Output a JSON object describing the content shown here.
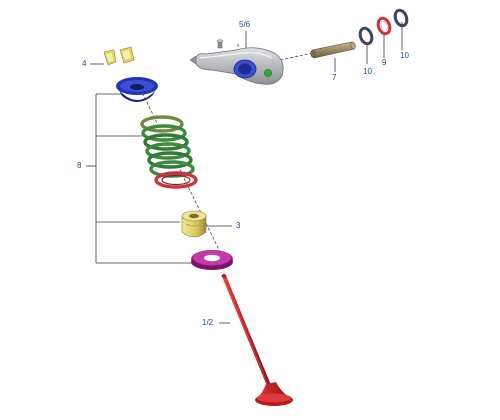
{
  "labels": {
    "l4": "4",
    "l5_6": "5/6",
    "l7": "7",
    "l8": "8",
    "l9": "9",
    "l10a": "10",
    "l10b": "10",
    "l3": "3",
    "l1_2": "1/2"
  },
  "colors": {
    "label_text": "#1d4f8a",
    "leader_line": "#3a3a3a",
    "spring_retainer": "#2433b8",
    "valve_spring": "#3d8a3d",
    "valve_stem_seal": "#c9b84a",
    "spring_seat": "#a8208f",
    "valve": "#c41a1a",
    "rocker_arm": "#a9adb2",
    "shaft": "#9a8866",
    "washer_dark": "#3a4560",
    "washer_red": "#d0303a",
    "valve_keepers": "#e2d462"
  }
}
